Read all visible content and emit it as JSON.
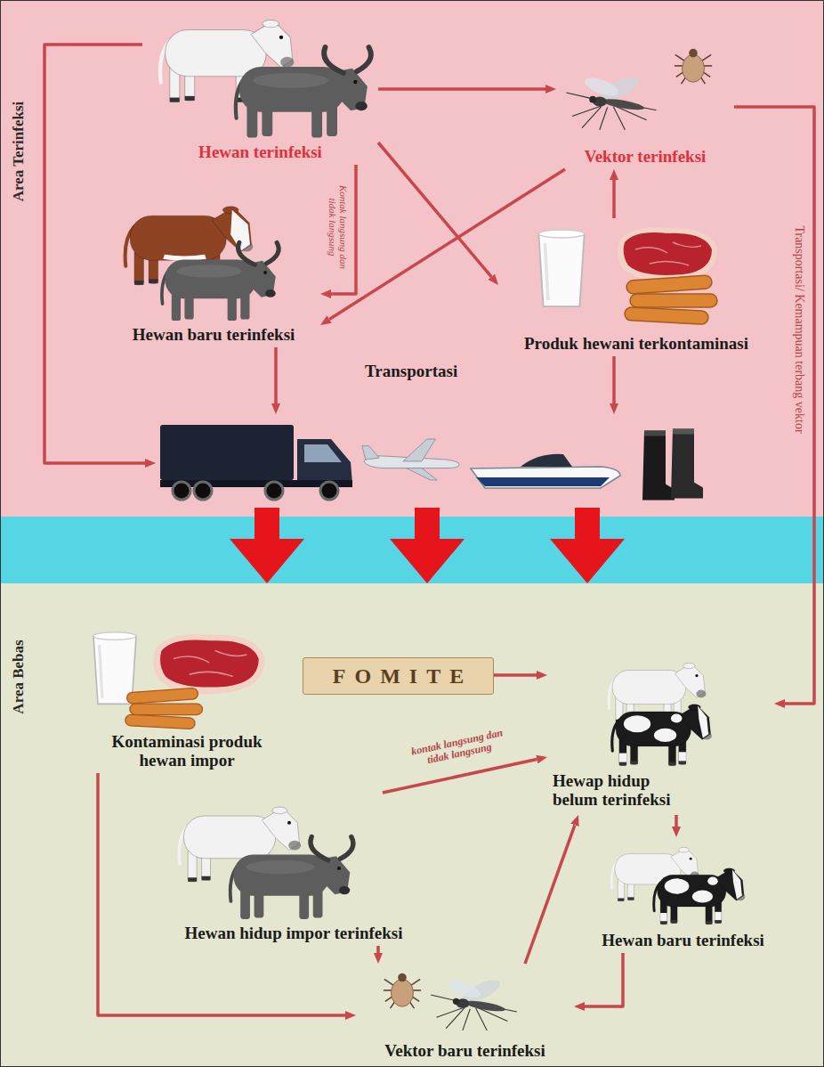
{
  "diagram": {
    "nodes": [
      {
        "text": [
          "Area Terinfeksi"
        ]
      },
      {
        "text": [
          "Hewan terinfeksi"
        ],
        "in": 0
      },
      {
        "text": [
          "Vektor terinfeksi"
        ],
        "in": 0
      },
      {
        "text": [
          "Hewan baru terinfeksi"
        ],
        "in": 0
      },
      {
        "text": [
          "Produk hewani terkontaminasi"
        ],
        "in": 0
      },
      {
        "text": [
          "Transportasi"
        ],
        "in": 0
      },
      {
        "text": [
          "Area Bebas"
        ]
      },
      {
        "text": [
          "Kontaminasi produk hewan impor"
        ],
        "in": 6
      },
      {
        "text": [
          "FOMITE"
        ],
        "in": 6
      },
      {
        "text": [
          "Hewap hidup belum terinfeksi"
        ],
        "in": 6
      },
      {
        "text": [
          "Hewan hidup impor terinfeksi"
        ],
        "in": 6
      },
      {
        "text": [
          "Hewan baru terinfeksi"
        ],
        "in": 6
      },
      {
        "text": [
          "Vektor baru terinfeksi"
        ],
        "in": 6
      }
    ],
    "edges": [
      {
        "from": 1,
        "to": 2,
        "arrow": "to"
      },
      {
        "from": 1,
        "to": 3,
        "label": "Kontak langsung dan tidak langsung",
        "arrow": "to"
      },
      {
        "from": 1,
        "to": 4,
        "arrow": "to"
      },
      {
        "from": 2,
        "to": 3,
        "arrow": "to"
      },
      {
        "from": 4,
        "to": 2,
        "arrow": "to"
      },
      {
        "from": 1,
        "to": 5,
        "arrow": "to"
      },
      {
        "from": 3,
        "to": 5,
        "arrow": "to"
      },
      {
        "from": 4,
        "to": 5,
        "arrow": "to"
      },
      {
        "from": 5,
        "to": 6,
        "arrow": "to"
      },
      {
        "from": 5,
        "to": 6,
        "arrow": "to"
      },
      {
        "from": 5,
        "to": 6,
        "arrow": "to"
      },
      {
        "from": 2,
        "to": 9,
        "label": "Transportasi/ Kemampuan terbang vektor",
        "arrow": "to"
      },
      {
        "from": 8,
        "to": 9,
        "arrow": "to"
      },
      {
        "from": 10,
        "to": 9,
        "label": "kontak langsung dan tidak langsung",
        "arrow": "to"
      },
      {
        "from": 10,
        "to": 12,
        "arrow": "to"
      },
      {
        "from": 12,
        "to": 9,
        "arrow": "to"
      },
      {
        "from": 9,
        "to": 11,
        "arrow": "to"
      },
      {
        "from": 11,
        "to": 12,
        "arrow": "to"
      },
      {
        "from": 7,
        "to": 12,
        "arrow": "to"
      }
    ]
  }
}
